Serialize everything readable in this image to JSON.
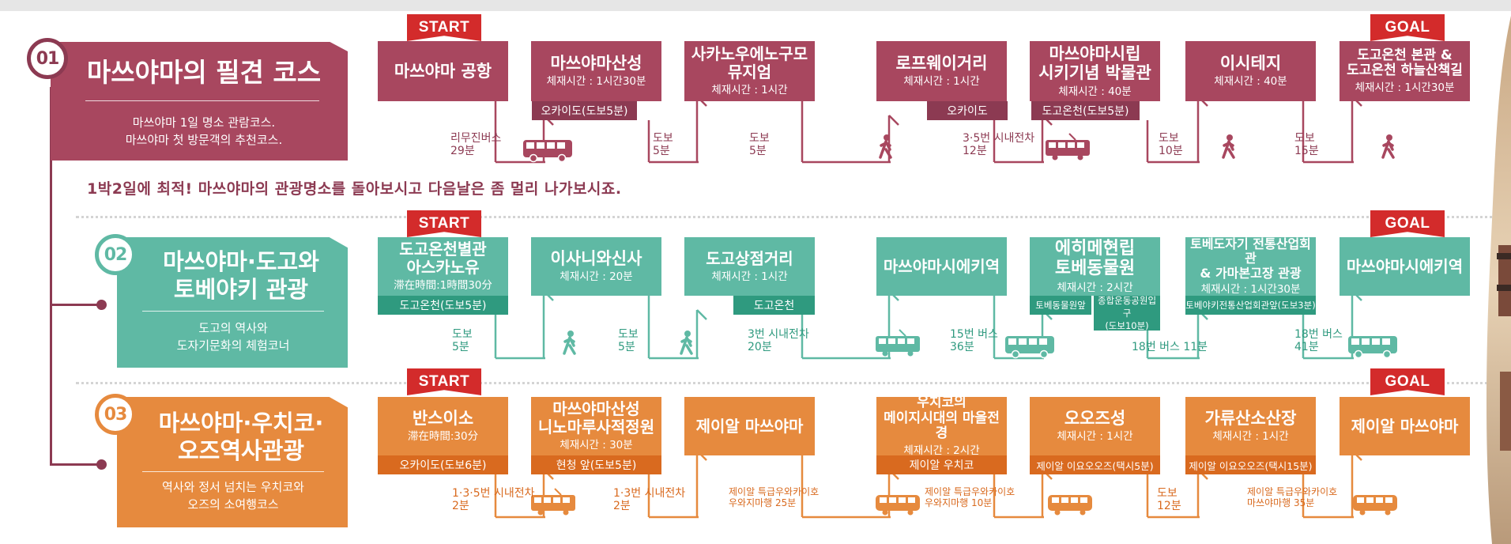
{
  "colors": {
    "course1": "#a8475f",
    "course1_dark": "#8c3a52",
    "course2": "#5fb9a4",
    "course2_dark": "#2f9a7f",
    "course3": "#e68a3e",
    "course3_dark": "#d96a1f",
    "flag": "#d32b2b"
  },
  "flags": {
    "start": "START",
    "goal": "GOAL"
  },
  "tagline": "1박2일에 최적! 마쓰야마의 관광명소를 돌아보시고 다음날은 좀 멀리 나가보시죠.",
  "courses": [
    {
      "number": "01",
      "title_line1": "마쓰야마의 필견 코스",
      "title_line2": "",
      "desc_line1": "마쓰야마 1일 명소 관람코스.",
      "desc_line2": "마쓰야마 첫 방문객의 추천코스.",
      "stations": [
        {
          "name1": "마쓰야마 공항",
          "name2": "",
          "stay": "",
          "sub": ""
        },
        {
          "name1": "마쓰야마산성",
          "name2": "",
          "stay": "체재시간 : 1시간30분",
          "sub": "오카이도(도보5분)"
        },
        {
          "name1": "사카노우에노구모",
          "name2": "뮤지엄",
          "stay": "체재시간 : 1시간",
          "sub": ""
        },
        {
          "name1": "로프웨이거리",
          "name2": "",
          "stay": "체재시간 : 1시간",
          "sub": "오카이도"
        },
        {
          "name1": "마쓰야마시립",
          "name2": "시키기념 박물관",
          "stay": "체재시간 : 40분",
          "sub": "도고온천(도보5분)"
        },
        {
          "name1": "이시테지",
          "name2": "",
          "stay": "체재시간 : 40분",
          "sub": ""
        },
        {
          "name1": "도고온천 본관 &",
          "name2": "도고온천 하늘산책길",
          "stay": "체재시간 : 1시간30분",
          "sub": ""
        }
      ],
      "segments": [
        {
          "line1": "리무진버스",
          "line2": "29분",
          "icon": "bus-icon"
        },
        {
          "line1": "도보",
          "line2": "5분",
          "icon": ""
        },
        {
          "line1": "도보",
          "line2": "5분",
          "icon": "walk-icon"
        },
        {
          "line1": "3·5번 시내전차",
          "line2": "12분",
          "icon": "tram-icon"
        },
        {
          "line1": "도보",
          "line2": "10분",
          "icon": "walk-icon"
        },
        {
          "line1": "도보",
          "line2": "15분",
          "icon": "walk-icon"
        }
      ]
    },
    {
      "number": "02",
      "title_line1": "마쓰야마·도고와",
      "title_line2": "토베야키 관광",
      "desc_line1": "도고의 역사와",
      "desc_line2": "도자기문화의 체험코너",
      "stations": [
        {
          "name1": "도고온천별관",
          "name2": "아스카노유",
          "stay": "滞在時間:1時間30分",
          "sub": "도고온천(도보5분)"
        },
        {
          "name1": "이사니와신사",
          "name2": "",
          "stay": "체재시간 : 20분",
          "sub": ""
        },
        {
          "name1": "도고상점거리",
          "name2": "",
          "stay": "체재시간 : 1시간",
          "sub": "도고온천"
        },
        {
          "name1": "마쓰야마시에키역",
          "name2": "",
          "stay": "",
          "sub": ""
        },
        {
          "name1": "에히메현립",
          "name2": "토베동물원",
          "stay": "체재시간 : 2시간",
          "sub": "토베동물원앞",
          "sub2": "종합운동공원입구",
          "sub3": "(도보10분)"
        },
        {
          "name1": "토베도자기 전통산업회관",
          "name2": "& 가마본고장 관광",
          "stay": "체재시간 : 1시간30분",
          "sub": "토베야키전통산업회관앞(도보3분)"
        },
        {
          "name1": "마쓰야마시에키역",
          "name2": "",
          "stay": "",
          "sub": ""
        }
      ],
      "segments": [
        {
          "line1": "도보",
          "line2": "5분",
          "icon": "walk-icon"
        },
        {
          "line1": "도보",
          "line2": "5분",
          "icon": "walk-icon"
        },
        {
          "line1": "3번 시내전차",
          "line2": "20분",
          "icon": "tram-icon"
        },
        {
          "line1": "15번 버스",
          "line2": "36분",
          "icon": "bus-icon"
        },
        {
          "line1": "18번 버스 11분",
          "line2": "",
          "icon": ""
        },
        {
          "line1": "18번 버스",
          "line2": "41분",
          "icon": "bus-icon"
        }
      ]
    },
    {
      "number": "03",
      "title_line1": "마쓰야마·우치코·",
      "title_line2": "오즈역사관광",
      "desc_line1": "역사와 정서 넘치는 우치코와",
      "desc_line2": "오즈의 소여행코스",
      "stations": [
        {
          "name1": "반스이소",
          "name2": "",
          "stay": "滞在時間:30分",
          "sub": "오카이도(도보6분)"
        },
        {
          "name1": "마쓰야마산성",
          "name2": "니노마루사적정원",
          "stay": "체재시간 : 30분",
          "sub": "현청 앞(도보5분)"
        },
        {
          "name1": "제이알 마쓰야마",
          "name2": "",
          "stay": "",
          "sub": ""
        },
        {
          "name1": "우치코의",
          "name2": "메이지시대의 마을전경",
          "stay": "체재시간 : 2시간",
          "sub": "제이알 우치코"
        },
        {
          "name1": "오오즈성",
          "name2": "",
          "stay": "체재시간 : 1시간",
          "sub": "제이알 이요오오즈(택시5분)"
        },
        {
          "name1": "가류산소산장",
          "name2": "",
          "stay": "체재시간 : 1시간",
          "sub": "제이알 이요오오즈(택시15분)"
        },
        {
          "name1": "제이알 마쓰야마",
          "name2": "",
          "stay": "",
          "sub": ""
        }
      ],
      "segments": [
        {
          "line1": "1·3·5번 시내전차",
          "line2": "2분",
          "icon": "tram-icon"
        },
        {
          "line1": "1·3번 시내전차",
          "line2": "2분",
          "icon": ""
        },
        {
          "line1": "제이알 특급우와카이호",
          "line2": "우와지마행 25분",
          "icon": "train-icon"
        },
        {
          "line1": "제이알 특급우와카이호",
          "line2": "우와지마행 10분",
          "icon": "train-icon"
        },
        {
          "line1": "도보",
          "line2": "12분",
          "icon": ""
        },
        {
          "line1": "제이알 특급우와카이호",
          "line2": "마쓰야마행 35분",
          "icon": "train-icon"
        }
      ]
    }
  ]
}
